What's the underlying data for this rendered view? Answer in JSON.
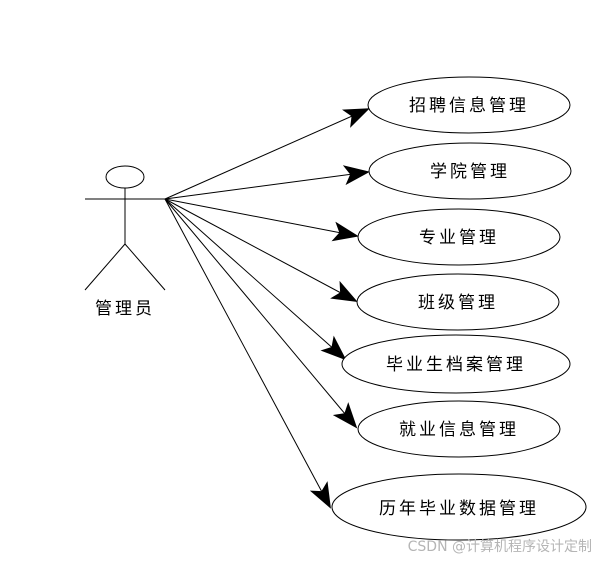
{
  "actor": {
    "label": "管理员"
  },
  "use_cases": [
    {
      "label": "招聘信息管理"
    },
    {
      "label": "学院管理"
    },
    {
      "label": "专业管理"
    },
    {
      "label": "班级管理"
    },
    {
      "label": "毕业生档案管理"
    },
    {
      "label": "就业信息管理"
    },
    {
      "label": "历年毕业数据管理"
    }
  ],
  "watermark": "CSDN @计算机程序设计定制",
  "colors": {
    "line": "#000000",
    "background": "#ffffff",
    "watermark": "#b5b5b5"
  }
}
